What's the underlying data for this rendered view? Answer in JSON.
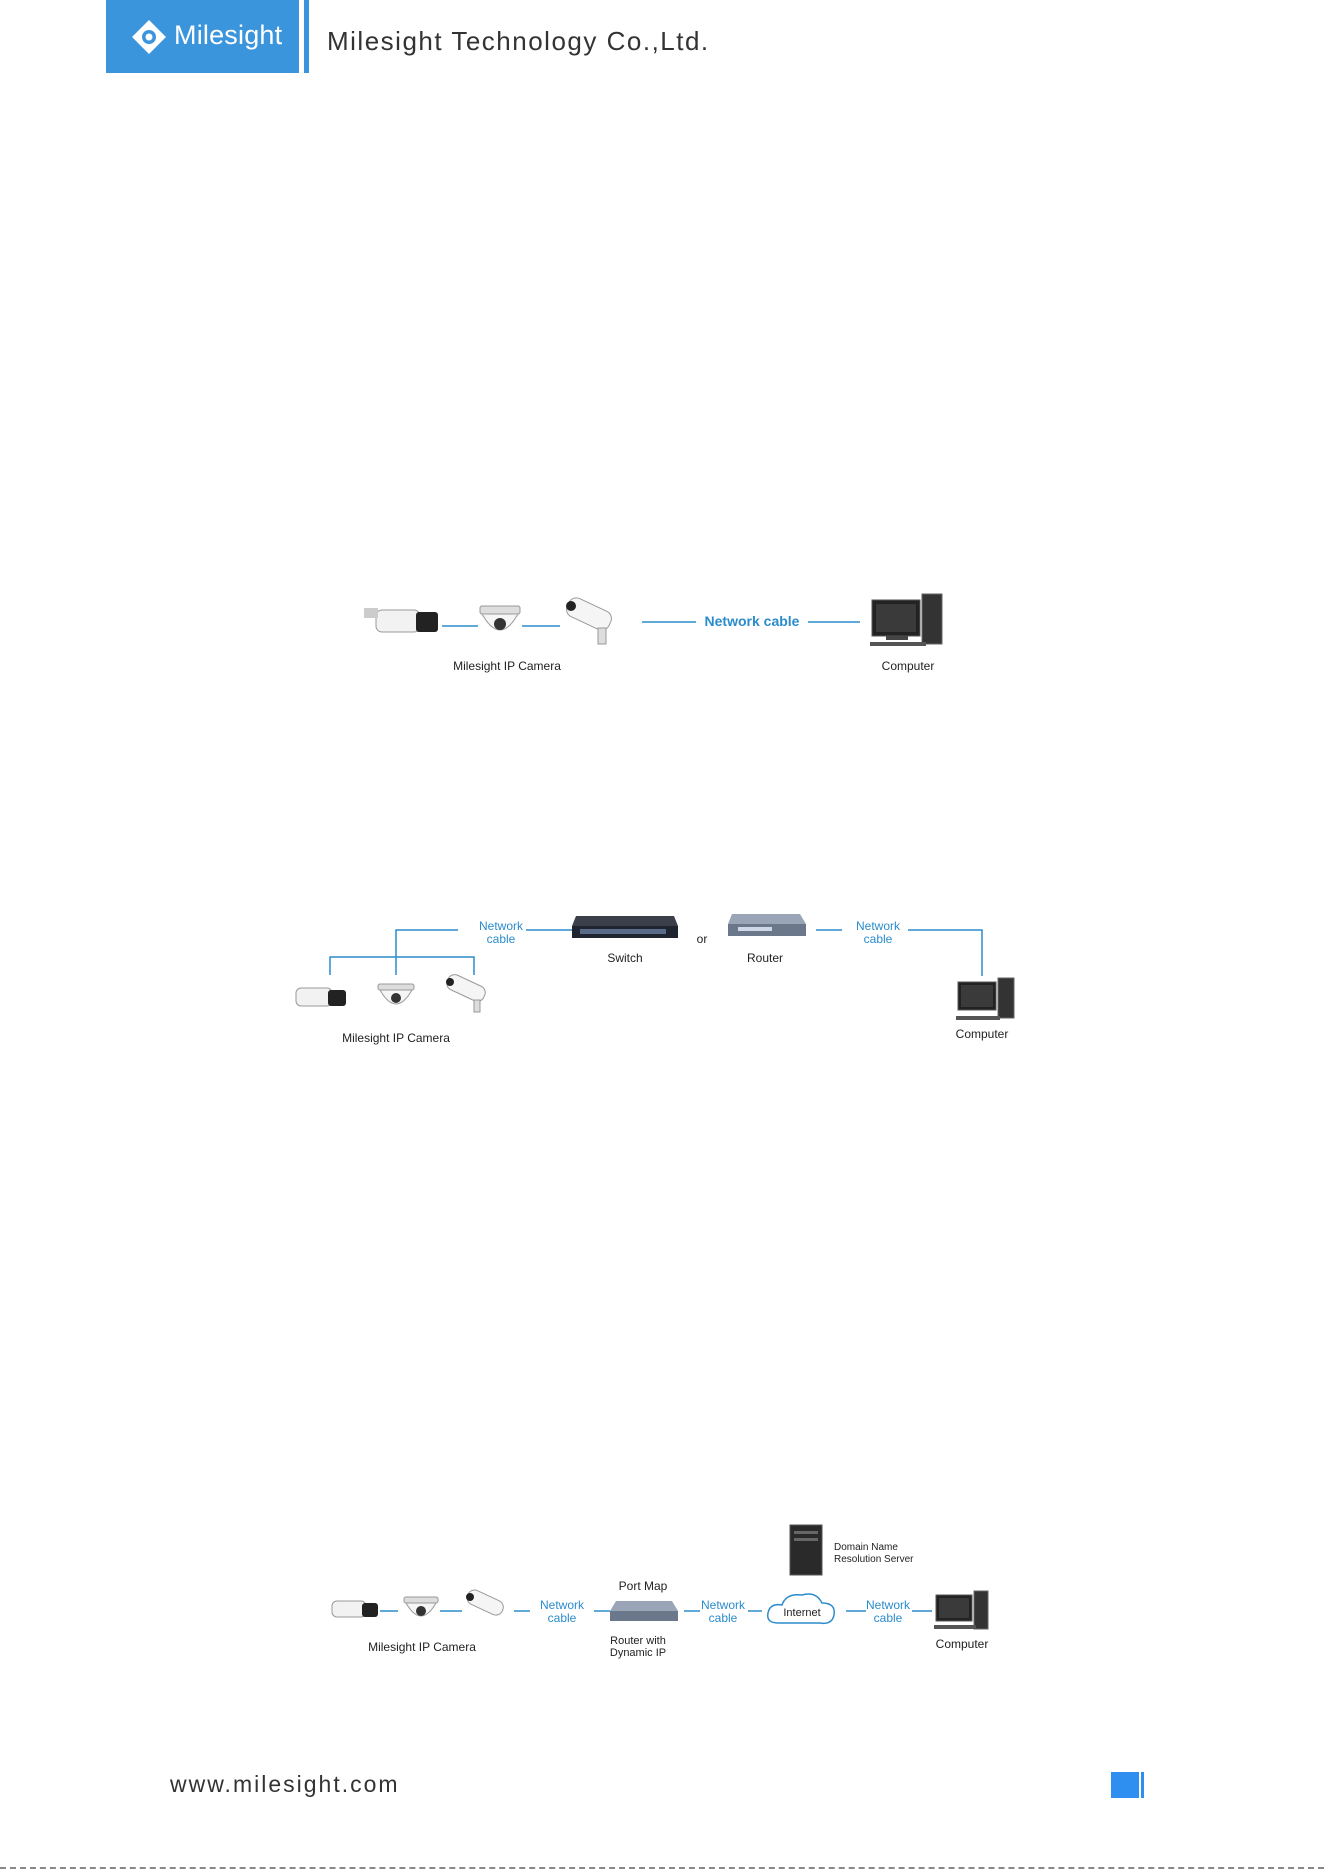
{
  "header": {
    "brand": "Milesight",
    "company": "Milesight Technology Co.,Ltd."
  },
  "diagram1": {
    "cable": "Network cable",
    "camera_label": "Milesight IP Camera",
    "computer_label": "Computer"
  },
  "diagram2": {
    "cable_left_1": "Network",
    "cable_left_2": "cable",
    "switch_label": "Switch",
    "or_label": "or",
    "router_label": "Router",
    "cable_right_1": "Network",
    "cable_right_2": "cable",
    "camera_label": "Milesight IP Camera",
    "computer_label": "Computer"
  },
  "diagram3": {
    "dns_1": "Domain Name",
    "dns_2": "Resolution Server",
    "port_map": "Port Map",
    "cable_a_1": "Network",
    "cable_a_2": "cable",
    "cable_b_1": "Network",
    "cable_b_2": "cable",
    "cable_c_1": "Network",
    "cable_c_2": "cable",
    "internet": "Internet",
    "router_1": "Router with",
    "router_2": "Dynamic IP",
    "camera_label": "Milesight IP Camera",
    "computer_label": "Computer"
  },
  "footer": {
    "website": "www.milesight.com"
  },
  "colors": {
    "brand_blue": "#3b95dd",
    "cable_blue": "#2b8ccc"
  }
}
